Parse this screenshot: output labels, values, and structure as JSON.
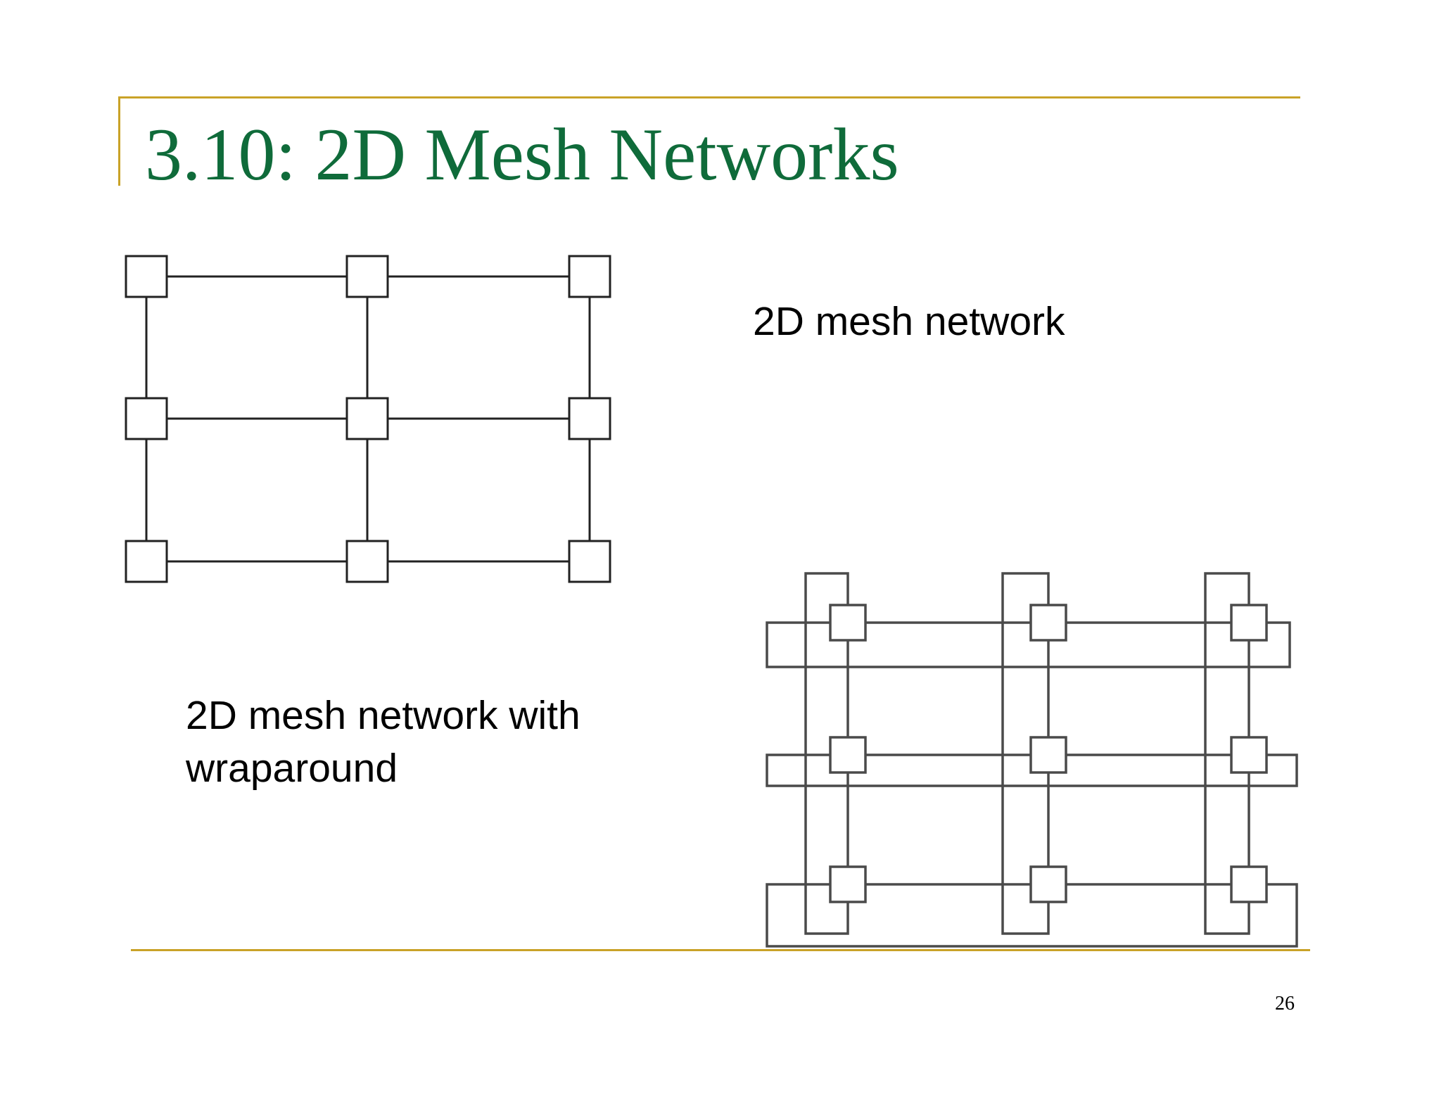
{
  "slide": {
    "title": "3.10: 2D Mesh Networks",
    "caption_mesh": "2D mesh network",
    "caption_wrap_line1": "2D mesh network with",
    "caption_wrap_line2": "wraparound",
    "page_number": "26"
  },
  "colors": {
    "title": "#0f6b3a",
    "rule": "#c9a227",
    "line": "#222222",
    "torus_line": "#4a4a4a"
  },
  "mesh": {
    "rows": 3,
    "cols": 3
  },
  "torus": {
    "rows": 3,
    "cols": 3
  }
}
